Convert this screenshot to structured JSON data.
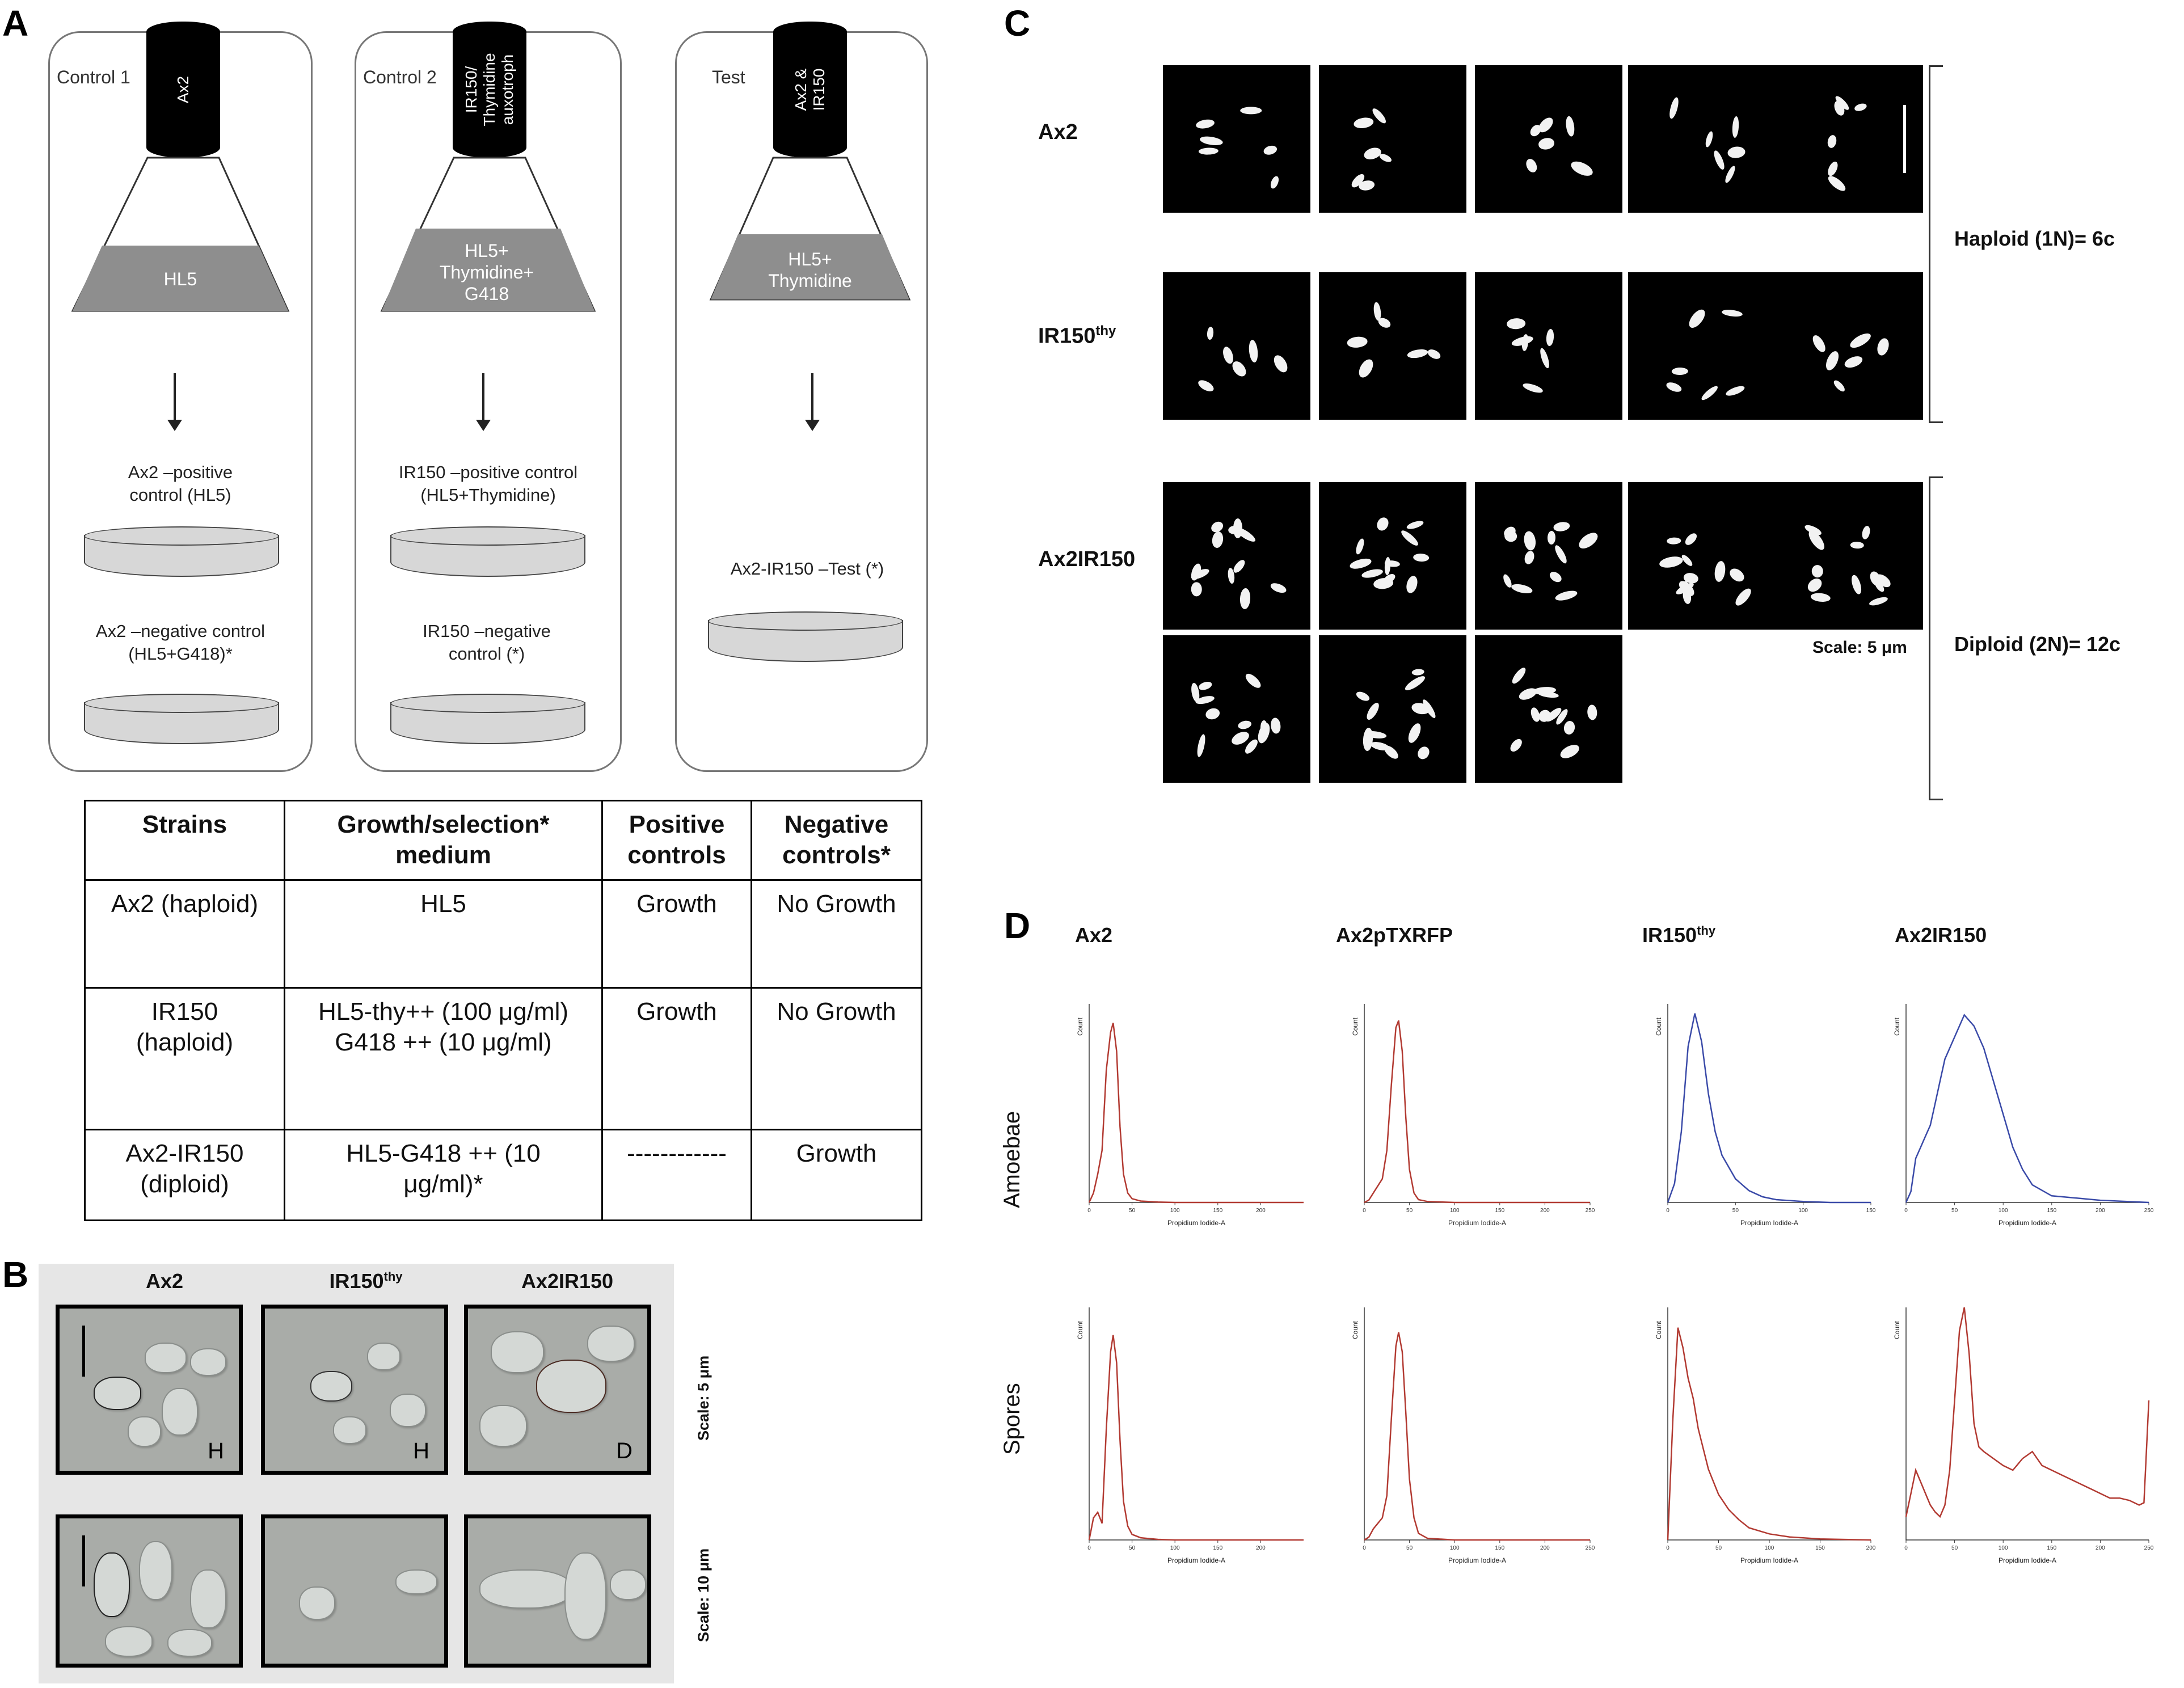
{
  "panels": {
    "a": "A",
    "b": "B",
    "c": "C",
    "d": "D"
  },
  "protocol": {
    "control1": {
      "label": "Control 1",
      "tube": "Ax2",
      "flask": "HL5",
      "plates": [
        "Ax2 –positive\ncontrol (HL5)",
        "Ax2 –negative control\n(HL5+G418)*"
      ]
    },
    "control2": {
      "label": "Control 2",
      "tube": "IR150/\nThymidine\nauxotroph",
      "flask": "HL5+\nThymidine+\nG418",
      "plates": [
        "IR150 –positive control\n(HL5+Thymidine)",
        "IR150 –negative\ncontrol (*)"
      ]
    },
    "test": {
      "label": "Test",
      "tube": "Ax2 &\nIR150",
      "flask": "HL5+\nThymidine",
      "plates": [
        "Ax2-IR150 –Test (*)"
      ]
    }
  },
  "table": {
    "headers": [
      "Strains",
      "Growth/selection*\nmedium",
      "Positive\ncontrols",
      "Negative\ncontrols*"
    ],
    "rows": [
      [
        "Ax2  (haploid)",
        "HL5",
        "Growth",
        "No Growth"
      ],
      [
        "IR150\n(haploid)",
        "HL5-thy++  (100 μg/ml)\nG418 ++  (10 μg/ml)",
        "Growth",
        "No Growth"
      ],
      [
        "Ax2-IR150\n(diploid)",
        "HL5-G418 ++ (10\nμg/ml)*",
        "------------",
        "Growth"
      ]
    ]
  },
  "panel_b": {
    "headers": [
      "Ax2",
      "IR150",
      "Ax2IR150"
    ],
    "thy": "thy",
    "ploidy_letters": [
      "H",
      "H",
      "D"
    ],
    "scale_top": "Scale: 5 μm",
    "scale_bottom": "Scale: 10 μm"
  },
  "panel_c": {
    "rows": {
      "ax2": "Ax2",
      "ir150": "IR150",
      "ax2ir150": "Ax2IR150"
    },
    "thy": "thy",
    "haploid": "Haploid (1N)= 6c",
    "diploid": "Diploid (2N)= 12c",
    "scale": "Scale: 5 μm"
  },
  "panel_d": {
    "columns": [
      "Ax2",
      "Ax2pTXRFP",
      "IR150",
      "Ax2IR150"
    ],
    "thy": "thy",
    "rows": [
      "Amoebae",
      "Spores"
    ],
    "ylabel": "Count",
    "xlabel": "Propidium Iodide-A",
    "colors": {
      "red": "#b23a32",
      "blue": "#3a4aa8"
    }
  },
  "chart_data": [
    {
      "type": "line",
      "panel": "Amoebae – Ax2",
      "xlabel": "Propidium Iodide-A",
      "ylabel": "Count",
      "xlim": [
        0,
        250
      ],
      "ylim": [
        0,
        420
      ],
      "xticks": [
        0,
        50,
        100,
        150,
        200
      ],
      "x": [
        0,
        5,
        10,
        15,
        20,
        25,
        28,
        32,
        36,
        40,
        45,
        50,
        60,
        80,
        100,
        150,
        200,
        250
      ],
      "y": [
        0,
        20,
        60,
        110,
        280,
        360,
        380,
        320,
        160,
        60,
        20,
        8,
        3,
        1,
        0,
        0,
        0,
        0
      ],
      "color": "#b23a32"
    },
    {
      "type": "line",
      "panel": "Amoebae – Ax2pTXRFP",
      "xlabel": "Propidium Iodide-A",
      "ylabel": "Count",
      "xlim": [
        0,
        250
      ],
      "ylim": [
        0,
        420
      ],
      "xticks": [
        0,
        50,
        100,
        150,
        200,
        250
      ],
      "x": [
        0,
        5,
        10,
        20,
        25,
        30,
        35,
        38,
        42,
        46,
        50,
        55,
        60,
        70,
        100,
        150,
        200,
        250
      ],
      "y": [
        0,
        5,
        20,
        50,
        110,
        250,
        370,
        385,
        320,
        180,
        70,
        20,
        6,
        2,
        0,
        0,
        0,
        0
      ],
      "color": "#b23a32"
    },
    {
      "type": "line",
      "panel": "Amoebae – IR150thy",
      "xlabel": "Propidium Iodide-A",
      "ylabel": "Count",
      "xlim": [
        0,
        150
      ],
      "ylim": [
        0,
        420
      ],
      "xticks": [
        0,
        50,
        100,
        150
      ],
      "x": [
        0,
        5,
        10,
        15,
        20,
        25,
        30,
        35,
        40,
        50,
        60,
        70,
        80,
        100,
        120,
        150
      ],
      "y": [
        0,
        40,
        150,
        330,
        400,
        340,
        230,
        150,
        100,
        50,
        25,
        12,
        6,
        2,
        0,
        0
      ],
      "color": "#3a4aa8"
    },
    {
      "type": "line",
      "panel": "Amoebae – Ax2IR150",
      "xlabel": "Propidium Iodide-A",
      "ylabel": "Count",
      "xlim": [
        0,
        250
      ],
      "ylim": [
        0,
        90
      ],
      "xticks": [
        0,
        50,
        100,
        150,
        200,
        250
      ],
      "x": [
        0,
        5,
        10,
        15,
        20,
        25,
        30,
        35,
        40,
        50,
        60,
        70,
        80,
        90,
        100,
        110,
        120,
        130,
        150,
        200,
        250
      ],
      "y": [
        0,
        5,
        20,
        25,
        30,
        35,
        45,
        55,
        65,
        75,
        85,
        80,
        70,
        55,
        40,
        25,
        15,
        8,
        3,
        1,
        0
      ],
      "color": "#3a4aa8"
    },
    {
      "type": "line",
      "panel": "Spores – Ax2",
      "xlabel": "Propidium Iodide-A",
      "ylabel": "Count",
      "xlim": [
        0,
        250
      ],
      "ylim": [
        0,
        420
      ],
      "xticks": [
        0,
        50,
        100,
        150,
        200
      ],
      "x": [
        0,
        5,
        10,
        15,
        20,
        25,
        28,
        32,
        36,
        40,
        45,
        50,
        60,
        80,
        100,
        150,
        200,
        250
      ],
      "y": [
        0,
        40,
        50,
        30,
        200,
        340,
        370,
        320,
        180,
        70,
        25,
        10,
        4,
        1,
        0,
        0,
        0,
        0
      ],
      "color": "#b23a32"
    },
    {
      "type": "line",
      "panel": "Spores – Ax2pTXRFP",
      "xlabel": "Propidium Iodide-A",
      "ylabel": "Count",
      "xlim": [
        0,
        250
      ],
      "ylim": [
        0,
        420
      ],
      "xticks": [
        0,
        50,
        100,
        150,
        200,
        250
      ],
      "x": [
        0,
        5,
        10,
        15,
        20,
        25,
        30,
        35,
        38,
        42,
        46,
        50,
        55,
        60,
        70,
        100,
        150,
        200,
        250
      ],
      "y": [
        0,
        5,
        20,
        30,
        40,
        80,
        220,
        350,
        375,
        340,
        230,
        110,
        40,
        12,
        3,
        0,
        0,
        0,
        0
      ],
      "color": "#b23a32"
    },
    {
      "type": "line",
      "panel": "Spores – IR150thy",
      "xlabel": "Propidium Iodide-A",
      "ylabel": "Count",
      "xlim": [
        0,
        200
      ],
      "ylim": [
        0,
        230
      ],
      "xticks": [
        0,
        50,
        100,
        150,
        200
      ],
      "x": [
        0,
        5,
        10,
        15,
        20,
        25,
        30,
        40,
        50,
        60,
        70,
        80,
        100,
        120,
        150,
        200
      ],
      "y": [
        0,
        120,
        210,
        190,
        160,
        140,
        110,
        70,
        45,
        30,
        20,
        12,
        6,
        3,
        1,
        0
      ],
      "color": "#b23a32"
    },
    {
      "type": "line",
      "panel": "Spores – Ax2IR150",
      "xlabel": "Propidium Iodide-A",
      "ylabel": "Count",
      "xlim": [
        0,
        250
      ],
      "ylim": [
        0,
        100
      ],
      "xticks": [
        0,
        50,
        100,
        150,
        200,
        250
      ],
      "x": [
        0,
        5,
        10,
        15,
        20,
        25,
        30,
        35,
        40,
        45,
        50,
        55,
        60,
        65,
        70,
        75,
        80,
        90,
        100,
        110,
        120,
        130,
        140,
        150,
        160,
        170,
        180,
        190,
        200,
        210,
        220,
        230,
        240,
        245,
        250
      ],
      "y": [
        10,
        20,
        30,
        25,
        20,
        15,
        12,
        10,
        15,
        30,
        60,
        90,
        100,
        80,
        50,
        40,
        38,
        35,
        32,
        30,
        35,
        38,
        32,
        30,
        28,
        26,
        24,
        22,
        20,
        18,
        18,
        17,
        15,
        16,
        60
      ],
      "color": "#b23a32"
    }
  ]
}
